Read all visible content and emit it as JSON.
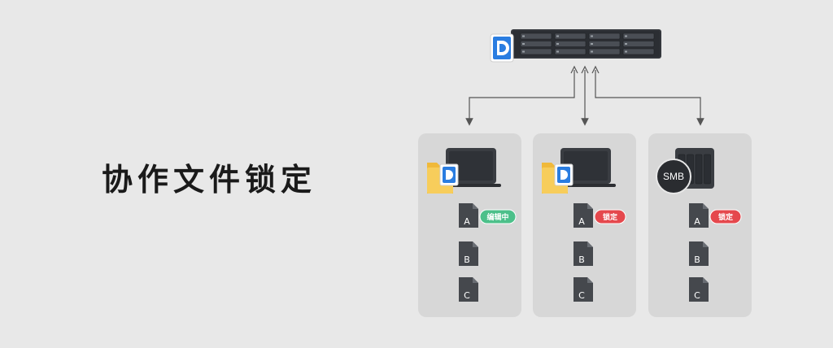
{
  "title": "协作文件锁定",
  "colors": {
    "background": "#e8e8e8",
    "panel": "#d7d7d7",
    "device": "#3a3d42",
    "file": "#45484d",
    "badge_editing": "#4cc08a",
    "badge_locked": "#e5484d",
    "app_blue": "#2a7de1"
  },
  "icons": {
    "server": "nas-rack-server-icon",
    "drive_app": "synology-drive-icon",
    "laptop": "laptop-icon",
    "folder": "folder-icon",
    "desktop_nas": "desktop-nas-icon",
    "file": "document-file-icon"
  },
  "clients": [
    {
      "type": "drive",
      "files": [
        {
          "letter": "A",
          "badge": "编辑中",
          "badge_kind": "editing"
        },
        {
          "letter": "B",
          "badge": null
        },
        {
          "letter": "C",
          "badge": null
        }
      ]
    },
    {
      "type": "drive",
      "files": [
        {
          "letter": "A",
          "badge": "锁定",
          "badge_kind": "locked"
        },
        {
          "letter": "B",
          "badge": null
        },
        {
          "letter": "C",
          "badge": null
        }
      ]
    },
    {
      "type": "smb",
      "smb_label": "SMB",
      "files": [
        {
          "letter": "A",
          "badge": "锁定",
          "badge_kind": "locked"
        },
        {
          "letter": "B",
          "badge": null
        },
        {
          "letter": "C",
          "badge": null
        }
      ]
    }
  ]
}
